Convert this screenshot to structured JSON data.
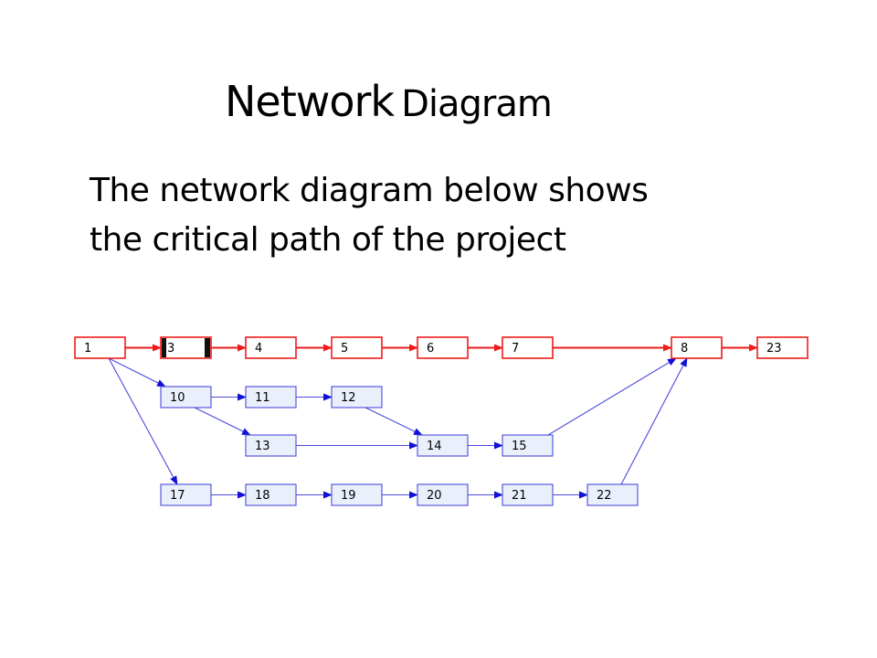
{
  "slide": {
    "title_word1": "Network",
    "title_word2": "Diagram",
    "body_lines": [
      "The network diagram below shows",
      "the critical path of the project"
    ]
  },
  "diagram": {
    "colors": {
      "critical_stroke": "#ee1c1c",
      "critical_fill": "#ffffff",
      "normal_stroke": "#4a4adc",
      "normal_fill": "#eaf0fb",
      "normal_arrow": "#1010d8",
      "selected_marker": "#111111"
    },
    "nodes": [
      {
        "id": "1",
        "label": "1",
        "row": 0,
        "col": 0,
        "critical": true
      },
      {
        "id": "3",
        "label": "3",
        "row": 0,
        "col": 1,
        "critical": true,
        "selected": true
      },
      {
        "id": "4",
        "label": "4",
        "row": 0,
        "col": 2,
        "critical": true
      },
      {
        "id": "5",
        "label": "5",
        "row": 0,
        "col": 3,
        "critical": true
      },
      {
        "id": "6",
        "label": "6",
        "row": 0,
        "col": 4,
        "critical": true
      },
      {
        "id": "7",
        "label": "7",
        "row": 0,
        "col": 5,
        "critical": true
      },
      {
        "id": "8",
        "label": "8",
        "row": 0,
        "col": 7,
        "critical": true
      },
      {
        "id": "23",
        "label": "23",
        "row": 0,
        "col": 8,
        "critical": true
      },
      {
        "id": "10",
        "label": "10",
        "row": 1,
        "col": 1,
        "critical": false
      },
      {
        "id": "11",
        "label": "11",
        "row": 1,
        "col": 2,
        "critical": false
      },
      {
        "id": "12",
        "label": "12",
        "row": 1,
        "col": 3,
        "critical": false
      },
      {
        "id": "13",
        "label": "13",
        "row": 2,
        "col": 2,
        "critical": false
      },
      {
        "id": "14",
        "label": "14",
        "row": 2,
        "col": 4,
        "critical": false
      },
      {
        "id": "15",
        "label": "15",
        "row": 2,
        "col": 5,
        "critical": false
      },
      {
        "id": "17",
        "label": "17",
        "row": 3,
        "col": 1,
        "critical": false
      },
      {
        "id": "18",
        "label": "18",
        "row": 3,
        "col": 2,
        "critical": false
      },
      {
        "id": "19",
        "label": "19",
        "row": 3,
        "col": 3,
        "critical": false
      },
      {
        "id": "20",
        "label": "20",
        "row": 3,
        "col": 4,
        "critical": false
      },
      {
        "id": "21",
        "label": "21",
        "row": 3,
        "col": 5,
        "critical": false
      },
      {
        "id": "22",
        "label": "22",
        "row": 3,
        "col": 6,
        "critical": false
      }
    ],
    "edges": [
      {
        "from": "1",
        "to": "3",
        "critical": true
      },
      {
        "from": "3",
        "to": "4",
        "critical": true
      },
      {
        "from": "4",
        "to": "5",
        "critical": true
      },
      {
        "from": "5",
        "to": "6",
        "critical": true
      },
      {
        "from": "6",
        "to": "7",
        "critical": true
      },
      {
        "from": "7",
        "to": "8",
        "critical": true
      },
      {
        "from": "8",
        "to": "23",
        "critical": true
      },
      {
        "from": "1",
        "to": "10",
        "critical": false
      },
      {
        "from": "1",
        "to": "17",
        "critical": false
      },
      {
        "from": "10",
        "to": "11",
        "critical": false
      },
      {
        "from": "11",
        "to": "12",
        "critical": false
      },
      {
        "from": "10",
        "to": "13",
        "critical": false
      },
      {
        "from": "12",
        "to": "14",
        "critical": false
      },
      {
        "from": "13",
        "to": "14",
        "critical": false
      },
      {
        "from": "14",
        "to": "15",
        "critical": false
      },
      {
        "from": "15",
        "to": "8",
        "critical": false
      },
      {
        "from": "17",
        "to": "18",
        "critical": false
      },
      {
        "from": "18",
        "to": "19",
        "critical": false
      },
      {
        "from": "19",
        "to": "20",
        "critical": false
      },
      {
        "from": "20",
        "to": "21",
        "critical": false
      },
      {
        "from": "21",
        "to": "22",
        "critical": false
      },
      {
        "from": "22",
        "to": "8",
        "critical": false
      }
    ]
  }
}
